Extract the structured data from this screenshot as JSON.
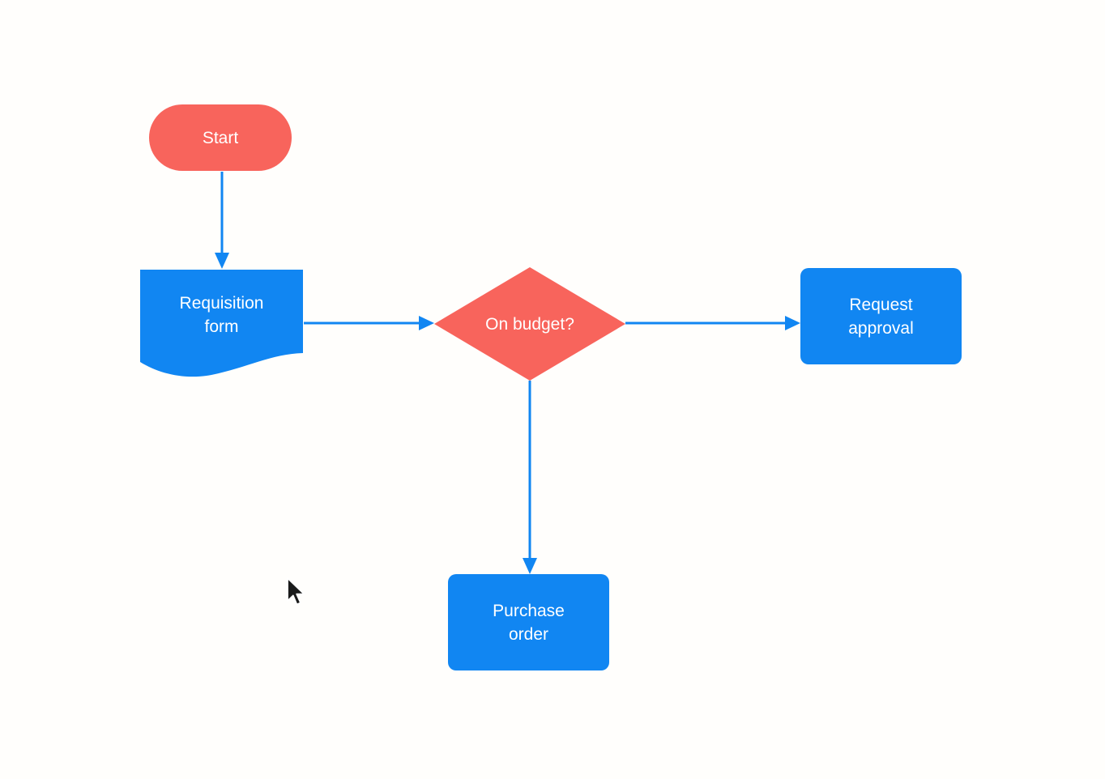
{
  "canvas": {
    "background": "#FFFEFC"
  },
  "colors": {
    "terminator_red": "#F8645C",
    "shape_blue": "#1186F2",
    "connector_blue": "#1186F2",
    "label_white": "#FFFFFF"
  },
  "nodes": {
    "start": {
      "label": "Start",
      "shape": "terminator"
    },
    "requisition_form": {
      "label": "Requisition form",
      "shape": "document"
    },
    "on_budget": {
      "label": "On budget?",
      "shape": "decision"
    },
    "request_approval": {
      "label": "Request approval",
      "shape": "process"
    },
    "purchase_order": {
      "label": "Purchase order",
      "shape": "process"
    }
  },
  "connectors": [
    {
      "from": "start",
      "to": "requisition_form",
      "direction": "down"
    },
    {
      "from": "requisition_form",
      "to": "on_budget",
      "direction": "right"
    },
    {
      "from": "on_budget",
      "to": "request_approval",
      "direction": "right"
    },
    {
      "from": "on_budget",
      "to": "purchase_order",
      "direction": "down"
    }
  ],
  "cursor": {
    "type": "arrow-pointer"
  }
}
